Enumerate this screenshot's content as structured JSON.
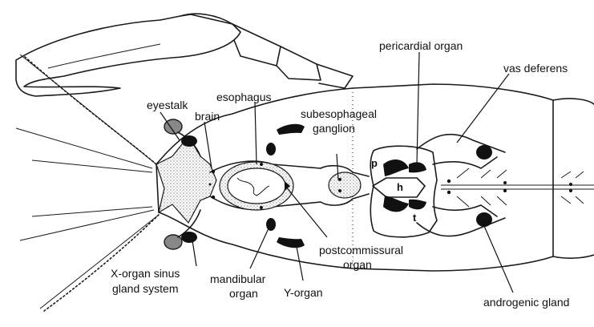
{
  "labels": {
    "eyestalk": "eyestalk",
    "brain": "brain",
    "esophagus": "esophagus",
    "pericardial_organ": "pericardial organ",
    "vas_deferens": "vas deferens",
    "subesophageal_ganglion_line1": "subesophageal",
    "subesophageal_ganglion_line2": "ganglion",
    "x_organ_line1": "X-organ sinus",
    "x_organ_line2": "gland system",
    "mandibular_line1": "mandibular",
    "mandibular_line2": "organ",
    "y_organ": "Y-organ",
    "postcommissural_line1": "postcommissural",
    "postcommissural_line2": "organ",
    "androgenic_gland": "androgenic gland",
    "heart_letter": "h",
    "pericardial_letter": "p",
    "testis_letter": "t"
  }
}
